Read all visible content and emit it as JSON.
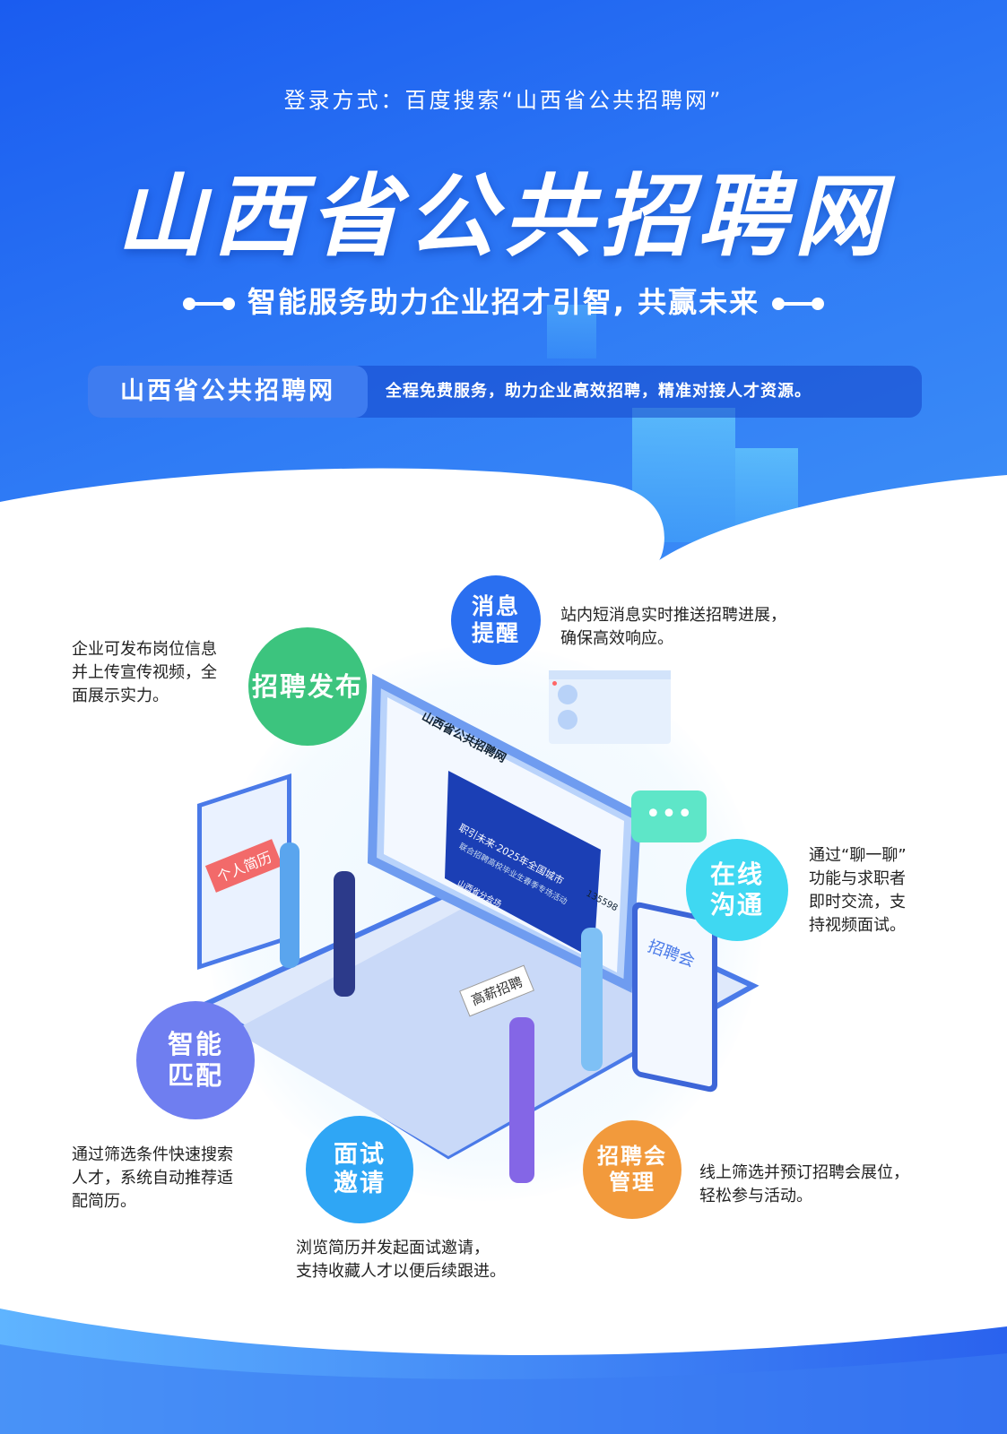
{
  "header": {
    "login_hint": "登录方式：百度搜索“山西省公共招聘网”",
    "title": "山西省公共招聘网",
    "slogan": "智能服务助力企业招才引智, 共赢未来",
    "banner_label": "山西省公共招聘网",
    "banner_text": "全程免费服务，助力企业高效招聘，精准对接人才资源。"
  },
  "features": [
    {
      "label": "招聘发布",
      "desc": "企业可发布岗位信息\n并上传宣传视频，全\n面展示实力。",
      "color": "#3cc47e"
    },
    {
      "label": "消息提醒",
      "desc": "站内短消息实时推送招聘进展，\n确保高效响应。",
      "color": "#2a6ff0"
    },
    {
      "label": "在线沟通",
      "desc": "通过“聊一聊”\n功能与求职者\n即时交流，支\n持视频面试。",
      "color": "#3fd8f2"
    },
    {
      "label": "智能匹配",
      "desc": "通过筛选条件快速搜索\n人才，系统自动推荐适\n配简历。",
      "color": "#6f7ef0"
    },
    {
      "label": "面试邀请",
      "desc": "浏览简历并发起面试邀请，\n支持收藏人才以便后续跟进。",
      "color": "#2fa6f5"
    },
    {
      "label": "招聘会管理",
      "desc": "线上筛选并预订招聘会展位，\n轻松参与活动。",
      "color": "#f29a3c"
    }
  ],
  "illustration": {
    "site_logo": "山西省公共招聘网",
    "screen_banner": "职引未来·2025年全国城市",
    "screen_sub": "联合招聘高校毕业生春季专场活动",
    "screen_tag": "山西省分会场",
    "screen_count": "135598",
    "resume_card": "个人简历",
    "sign": "高薪招聘",
    "board": "招聘会"
  }
}
